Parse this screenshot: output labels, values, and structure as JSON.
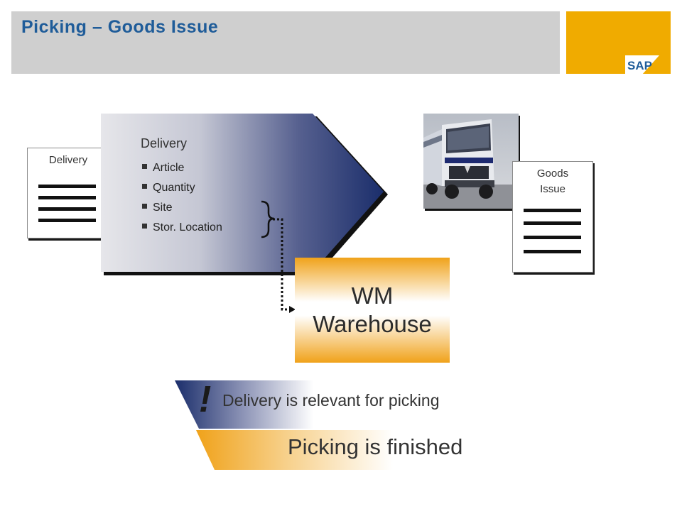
{
  "header": {
    "title": "Picking – Goods Issue",
    "logo_text": "SAP",
    "title_color": "#1f5c99",
    "logo_bg_color": "#f0ab00",
    "title_bar_color": "#cfcfcf"
  },
  "delivery_doc": {
    "label": "Delivery",
    "icon": "document-lines-icon"
  },
  "delivery_panel": {
    "title": "Delivery",
    "items": [
      "Article",
      "Quantity",
      "Site",
      "Stor. Location"
    ],
    "gradient_start": "#e6e6ea",
    "gradient_end": "#1b2e6b"
  },
  "warehouse": {
    "line1": "WM",
    "line2": "Warehouse",
    "color": "#f0a21a"
  },
  "goods_issue_doc": {
    "label_line1": "Goods",
    "label_line2": "Issue",
    "icon": "document-lines-icon"
  },
  "truck": {
    "icon": "truck-photo"
  },
  "notes": {
    "relevant": "Delivery is relevant for picking",
    "exclamation": "!",
    "finished": "Picking is finished"
  }
}
